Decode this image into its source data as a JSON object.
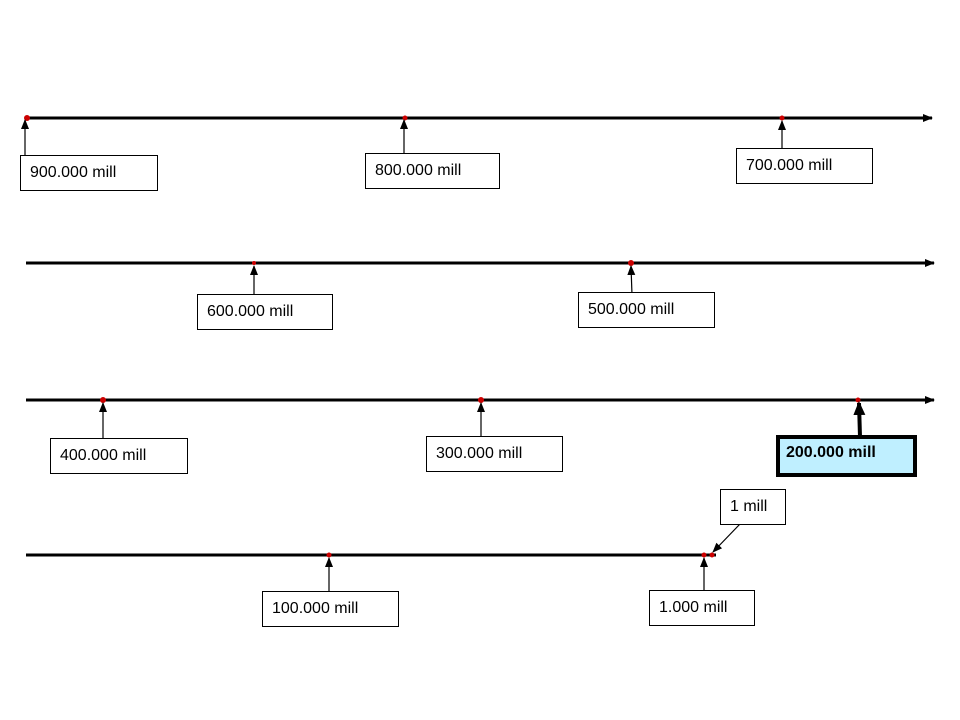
{
  "colors": {
    "line": "#000000",
    "dot": "#cc0000",
    "highlight_fill": "#bfefff"
  },
  "timeline": {
    "rows": [
      {
        "labels": [
          "900.000 mill",
          "800.000 mill",
          "700.000 mill"
        ]
      },
      {
        "labels": [
          "600.000 mill",
          "500.000 mill"
        ]
      },
      {
        "labels": [
          "400.000 mill",
          "300.000 mill",
          "200.000 mill"
        ],
        "highlighted": "200.000 mill"
      },
      {
        "labels": [
          "100.000 mill",
          "1.000 mill",
          "1 mill"
        ]
      }
    ]
  }
}
